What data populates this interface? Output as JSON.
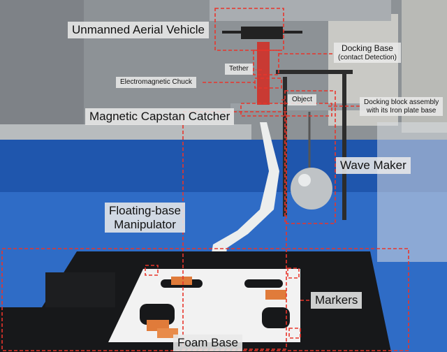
{
  "colors": {
    "callout_red": "#e8352b",
    "label_bg": "#e8e8e8",
    "pool_blue": "#2a66c4",
    "foam_black": "#17181a"
  },
  "labels": {
    "uav": "Unmanned Aerial Vehicle",
    "docking_base": "Docking Base",
    "docking_base_note": "(contact Detection)",
    "tether": "Tether",
    "electromagnetic_chuck": "Electromagnetic Chuck",
    "object": "Object",
    "docking_block_line1": "Docking block assembly",
    "docking_block_line2": "with its Iron plate base",
    "capstan_catcher": "Magnetic Capstan Catcher",
    "wave_maker": "Wave Maker",
    "manipulator_line1": "Floating-base",
    "manipulator_line2": "Manipulator",
    "markers": "Markers",
    "foam_base": "Foam Base"
  }
}
